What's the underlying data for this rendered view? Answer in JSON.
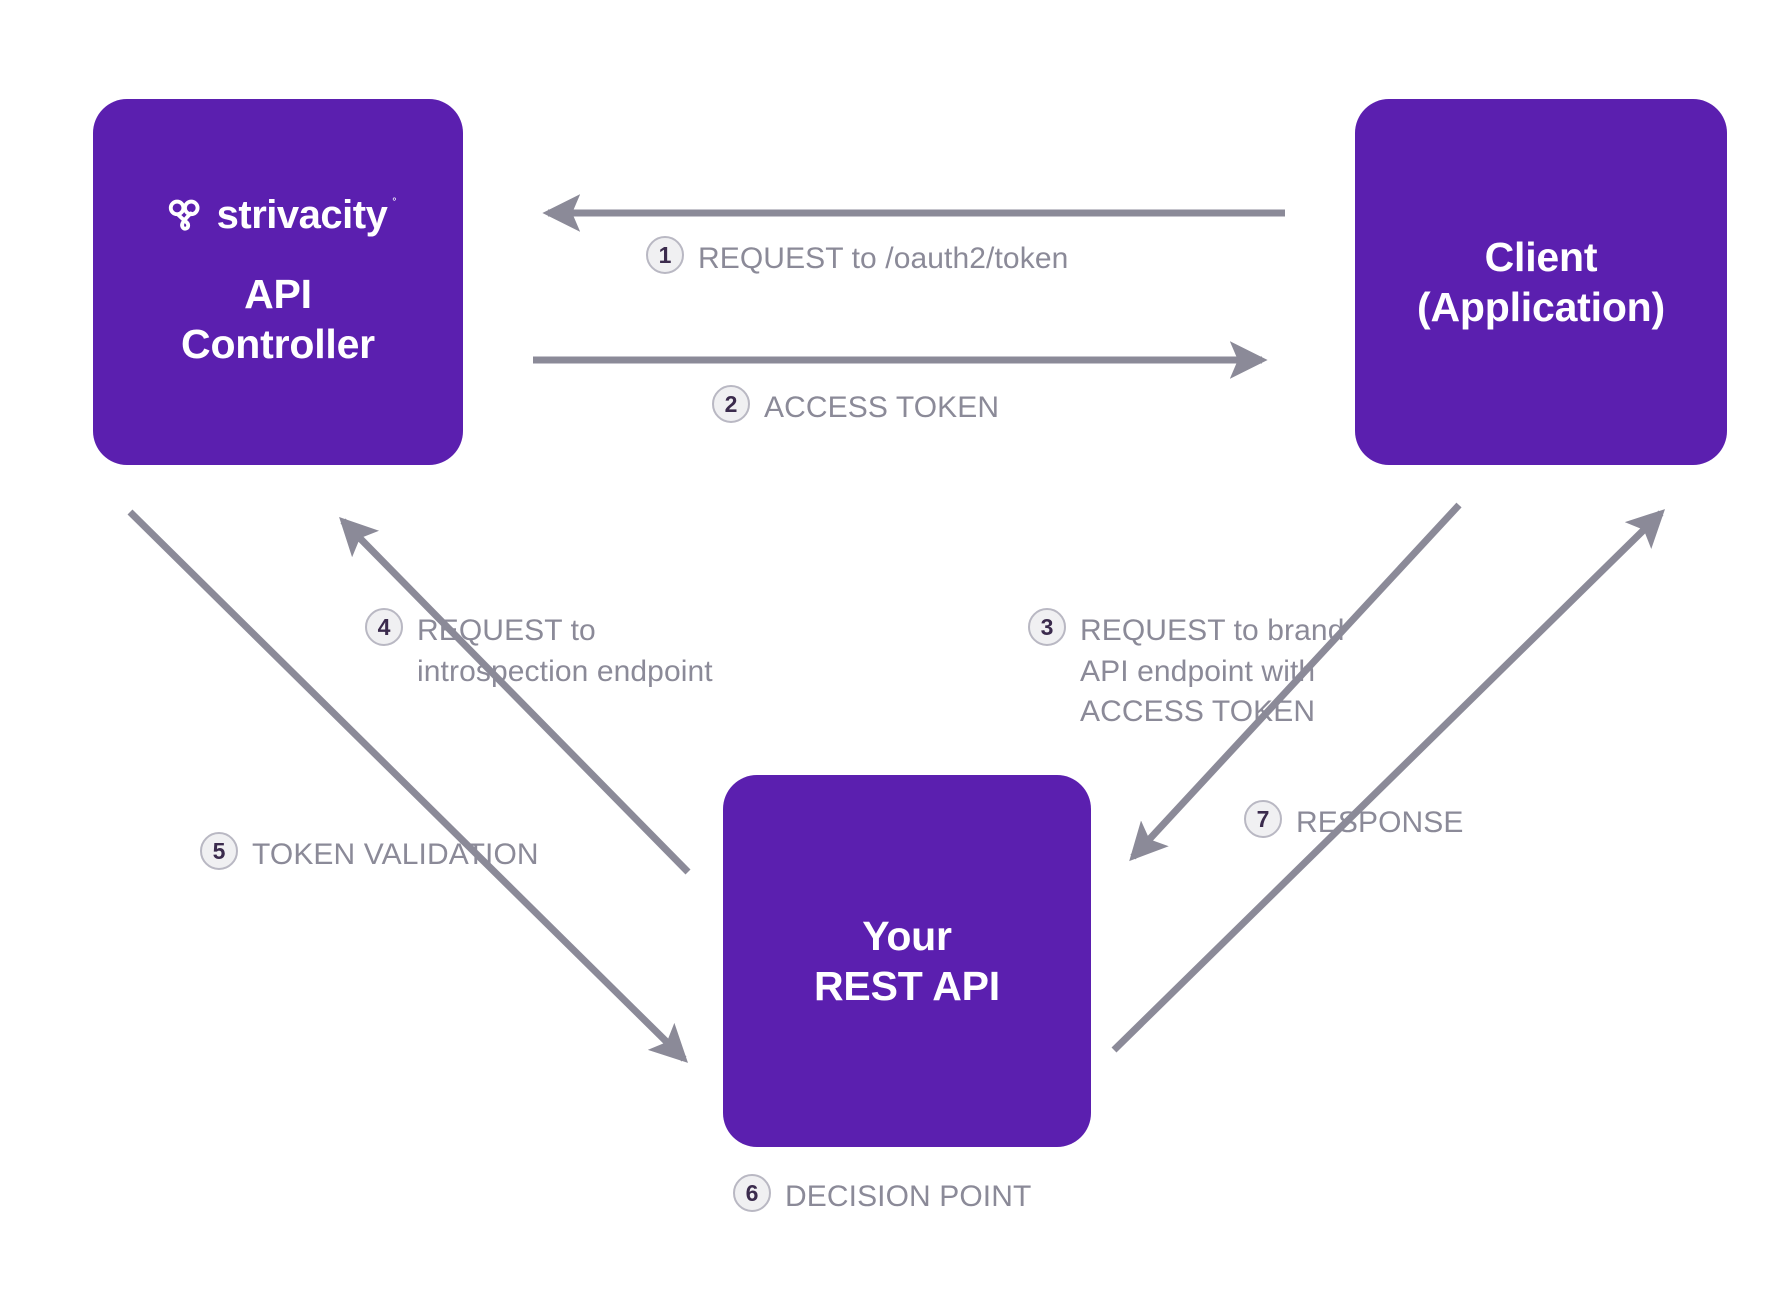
{
  "diagram": {
    "title": "Strivacity API token flow",
    "background_color": "#FFFFFF",
    "node_color": "#5B1FAF",
    "arrow_color": "#8B8A98",
    "label_color": "#8B8A98",
    "badge_text_color": "#3B2B4D",
    "badge_fill_color": "#F0F0F2"
  },
  "nodes": {
    "api_controller": {
      "logo_word": "strivacity",
      "logo_tm": "˚",
      "logo_icon": "strivacity-clover-logo",
      "title": "API\nController"
    },
    "client": {
      "title": "Client\n(Application)"
    },
    "rest_api": {
      "title": "Your\nREST API"
    }
  },
  "steps": [
    {
      "number": "1",
      "label": "REQUEST to /oauth2/token"
    },
    {
      "number": "2",
      "label": "ACCESS TOKEN"
    },
    {
      "number": "3",
      "label": "REQUEST to brand\nAPI endpoint with\nACCESS TOKEN"
    },
    {
      "number": "4",
      "label": "REQUEST to\nintrospection endpoint"
    },
    {
      "number": "5",
      "label": "TOKEN VALIDATION"
    },
    {
      "number": "6",
      "label": "DECISION POINT"
    },
    {
      "number": "7",
      "label": "RESPONSE"
    }
  ]
}
